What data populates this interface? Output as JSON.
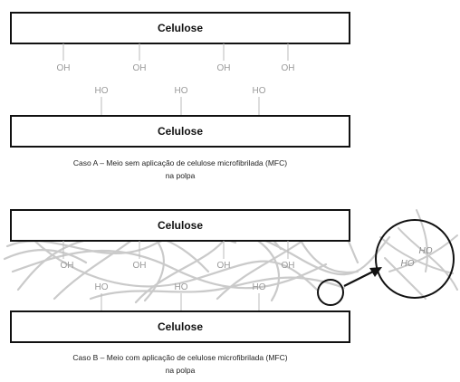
{
  "case_a": {
    "top_box": "Celulose",
    "bottom_box": "Celulose",
    "upper_groups": [
      "OH",
      "OH",
      "OH",
      "OH"
    ],
    "lower_groups": [
      "HO",
      "HO",
      "HO"
    ],
    "caption_line1": "Caso A – Meio sem aplicação de celulose microfibrilada (MFC)",
    "caption_line2": "na polpa"
  },
  "case_b": {
    "top_box": "Celulose",
    "bottom_box": "Celulose",
    "upper_groups": [
      "OH",
      "OH",
      "OH",
      "OH"
    ],
    "lower_groups": [
      "HO",
      "HO",
      "HO"
    ],
    "zoom_groups": [
      "HO",
      "HO"
    ],
    "caption_line1": "Caso B – Meio com aplicação de celulose microfibrilada (MFC)",
    "caption_line2": "na polpa"
  },
  "colors": {
    "box_border": "#111111",
    "group_text": "#9a9a9a",
    "fiber": "#c8c8c8"
  }
}
